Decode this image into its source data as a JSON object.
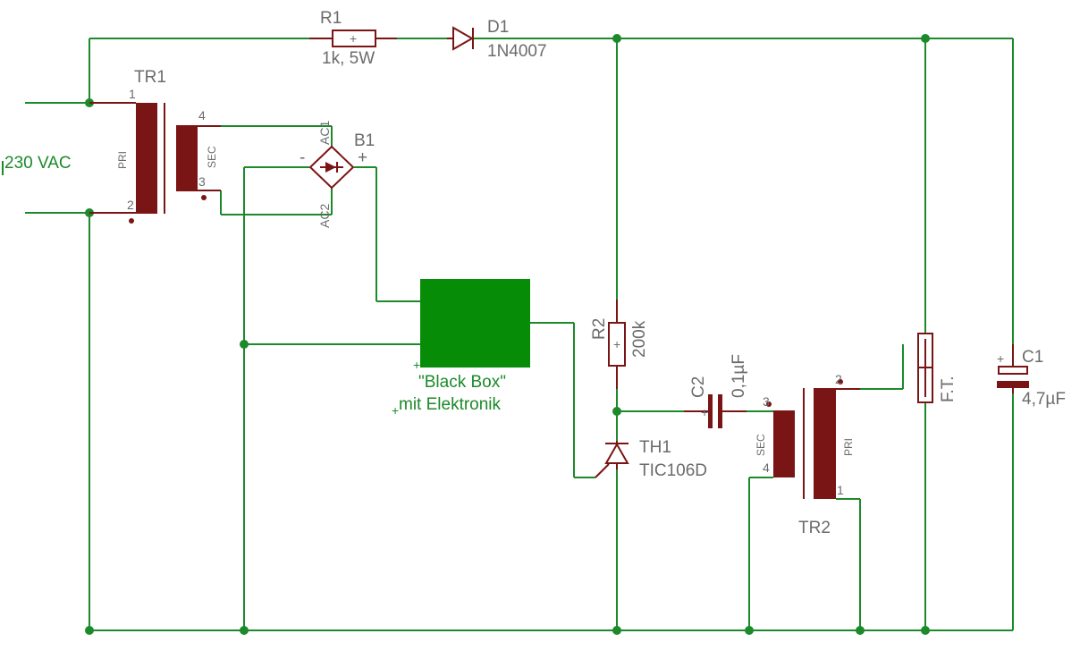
{
  "schematic": {
    "source_label": "230 VAC",
    "tr1": {
      "name": "TR1",
      "pri": "PRI",
      "sec": "SEC",
      "p1": "1",
      "p2": "2",
      "p3": "3",
      "p4": "4"
    },
    "r1": {
      "name": "R1",
      "value": "1k, 5W"
    },
    "d1": {
      "name": "D1",
      "value": "1N4007"
    },
    "b1": {
      "name": "B1",
      "ac1": "AC1",
      "ac2": "AC2",
      "minus": "-",
      "plus": "+"
    },
    "blackbox": {
      "line1": "\"Black Box\"",
      "line2": "mit Elektronik"
    },
    "r2": {
      "name": "R2",
      "value": "200k"
    },
    "c2": {
      "name": "C2",
      "value": "0,1µF"
    },
    "th1": {
      "name": "TH1",
      "value": "TIC106D"
    },
    "tr2": {
      "name": "TR2",
      "pri": "PRI",
      "sec": "SEC",
      "p1": "1",
      "p2": "2",
      "p3": "3",
      "p4": "4"
    },
    "ft": {
      "name": "F.T."
    },
    "c1": {
      "name": "C1",
      "value": "4,7µF",
      "plus": "+"
    },
    "colors": {
      "wire": "#1c8a2a",
      "part": "#7a1515",
      "label": "#6b6b6b"
    }
  }
}
